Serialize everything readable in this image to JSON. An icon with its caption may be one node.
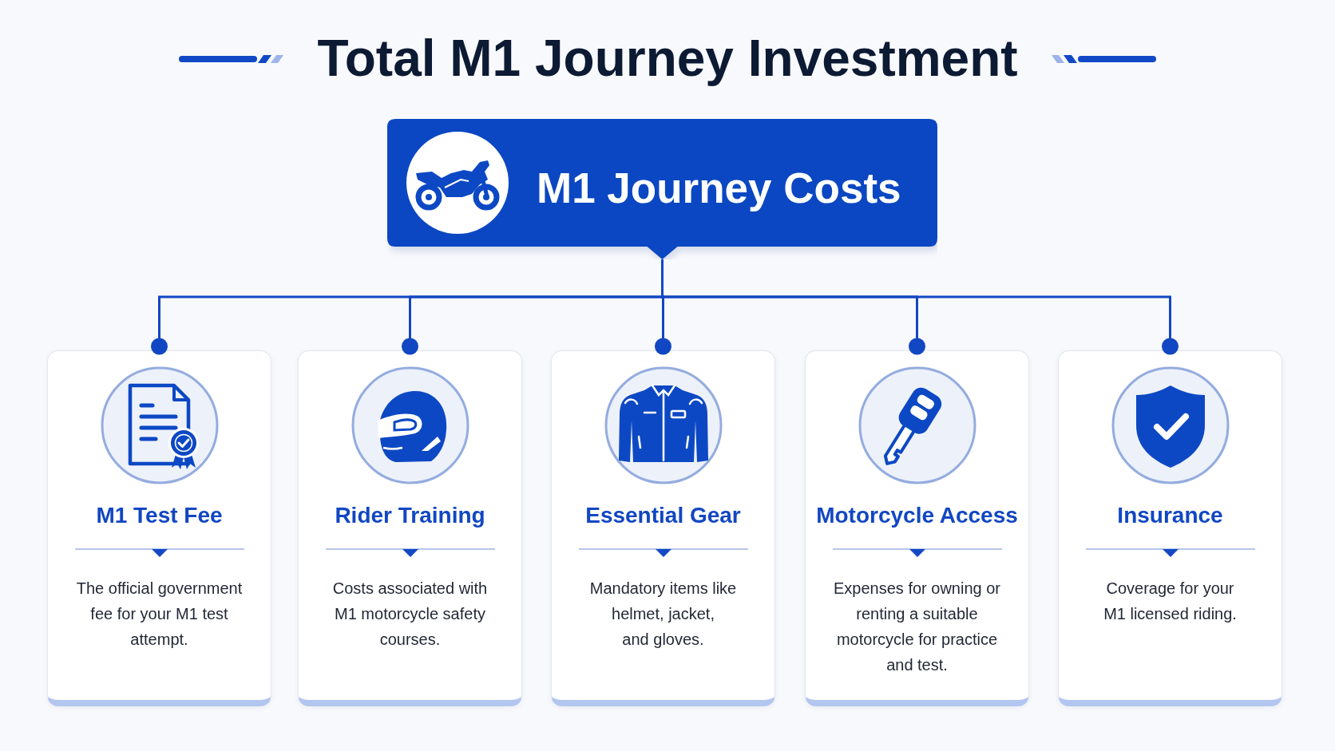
{
  "diagram": {
    "title": "Total M1 Journey Investment",
    "nodes": [
      {
        "text": [
          "M1 Journey Costs"
        ]
      },
      {
        "text": [
          "M1 Test Fee",
          "The official government fee for your M1 test attempt."
        ]
      },
      {
        "text": [
          "Rider Training",
          "Costs associated with M1 motorcycle safety courses."
        ]
      },
      {
        "text": [
          "Essential Gear",
          "Mandatory items like helmet, jacket, and gloves."
        ]
      },
      {
        "text": [
          "Motorcycle Access",
          "Expenses for owning or renting a suitable motorcycle for practice and test."
        ]
      },
      {
        "text": [
          "Insurance",
          "Coverage for your M1 licensed riding."
        ]
      }
    ],
    "edges": [
      {
        "from": 0,
        "to": 1,
        "arrow": "other"
      },
      {
        "from": 0,
        "to": 2,
        "arrow": "other"
      },
      {
        "from": 0,
        "to": 3,
        "arrow": "other"
      },
      {
        "from": 0,
        "to": 4,
        "arrow": "other"
      },
      {
        "from": 0,
        "to": 5,
        "arrow": "other"
      }
    ]
  }
}
